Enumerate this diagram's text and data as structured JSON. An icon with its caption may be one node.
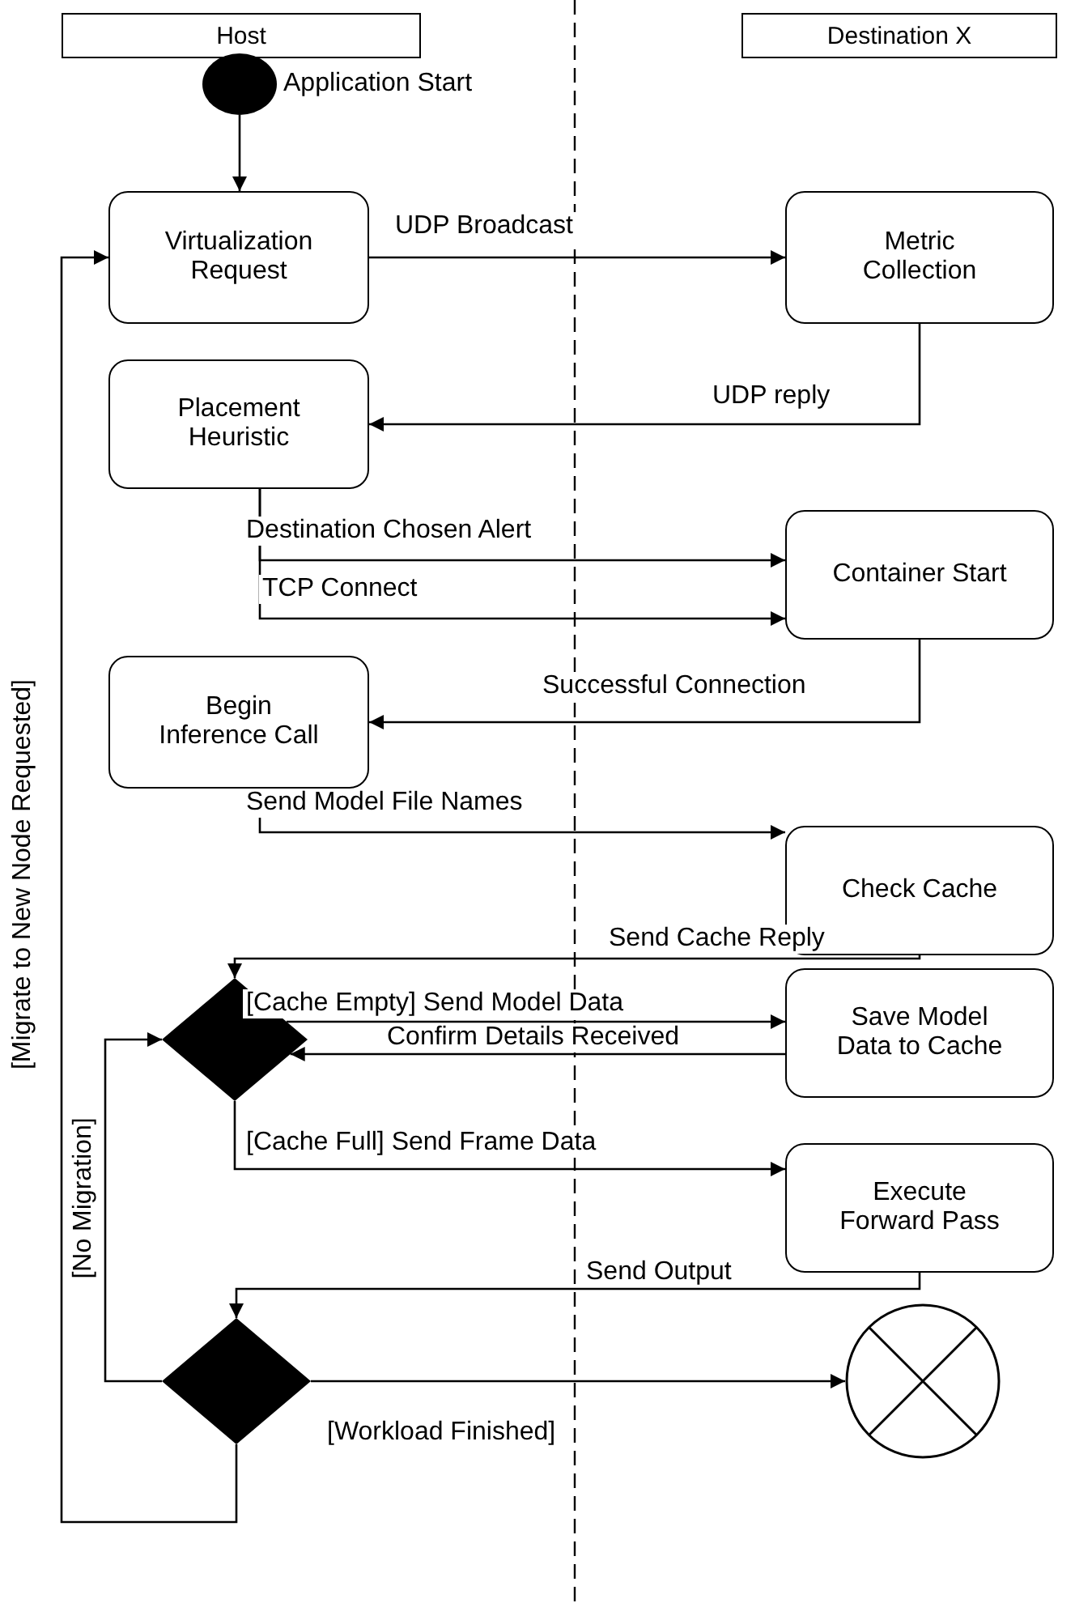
{
  "diagram": {
    "nodes": [
      {
        "text": [
          "Host"
        ]
      },
      {
        "text": [
          "Destination X"
        ]
      },
      {
        "text": [],
        "shape": "circle",
        "beside": [
          "Application Start"
        ]
      },
      {
        "text": [
          "Virtualization Request"
        ]
      },
      {
        "text": [
          "Metric Collection"
        ]
      },
      {
        "text": [
          "Placement Heuristic"
        ]
      },
      {
        "text": [
          "Container Start"
        ]
      },
      {
        "text": [
          "Begin Inference Call"
        ]
      },
      {
        "text": [
          "Check Cache"
        ]
      },
      {
        "text": [],
        "shape": "diamond"
      },
      {
        "text": [
          "Save Model Data to Cache"
        ]
      },
      {
        "text": [
          "Execute Forward Pass"
        ]
      },
      {
        "text": [],
        "shape": "diamond"
      },
      {
        "text": [],
        "shape": "circle"
      }
    ],
    "edges": [
      {
        "from": 2,
        "to": 3,
        "arrow": "to"
      },
      {
        "from": 3,
        "to": 4,
        "arrow": "to",
        "label": "UDP Broadcast"
      },
      {
        "from": 4,
        "to": 5,
        "arrow": "to",
        "label": "UDP reply"
      },
      {
        "from": 5,
        "to": 6,
        "arrow": "to",
        "label": "Destination Chosen Alert"
      },
      {
        "from": 5,
        "to": 6,
        "arrow": "to",
        "label": "TCP Connect"
      },
      {
        "from": 6,
        "to": 7,
        "arrow": "to",
        "label": "Successful Connection"
      },
      {
        "from": 7,
        "to": 8,
        "arrow": "to",
        "label": "Send Model File Names"
      },
      {
        "from": 8,
        "to": 9,
        "arrow": "to",
        "label": "Send Cache Reply"
      },
      {
        "from": 9,
        "to": 10,
        "arrow": "to",
        "label": "[Cache Empty] Send Model Data"
      },
      {
        "from": 10,
        "to": 9,
        "arrow": "to",
        "label": "Confirm Details Received"
      },
      {
        "from": 9,
        "to": 11,
        "arrow": "to",
        "label": "[Cache Full] Send Frame Data"
      },
      {
        "from": 11,
        "to": 12,
        "arrow": "to",
        "label": "Send Output"
      },
      {
        "from": 12,
        "to": 9,
        "arrow": "to",
        "label": "[No Migration]"
      },
      {
        "from": 12,
        "to": 13,
        "arrow": "to",
        "label": "[Workload Finished]"
      },
      {
        "from": 12,
        "to": 3,
        "arrow": "to",
        "label": "[Migrate to New Node Requested]"
      }
    ]
  }
}
